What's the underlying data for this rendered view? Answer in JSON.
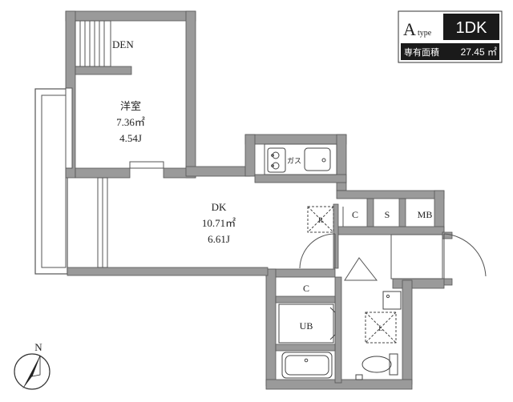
{
  "badge": {
    "type_letter": "A",
    "type_suffix": "type",
    "layout": "1DK",
    "area_label": "専有面積",
    "area_value": "27.45 ㎡"
  },
  "rooms": {
    "den": "DEN",
    "western_name": "洋室",
    "western_area": "7.36㎡",
    "western_jo": "4.54J",
    "dk_name": "DK",
    "dk_area": "10.71㎡",
    "dk_jo": "6.61J"
  },
  "fixtures": {
    "gas": "ガス",
    "refrigerator": "R",
    "closet1": "C",
    "shoe": "S",
    "meter": "MB",
    "closet2": "C",
    "bath": "UB",
    "laundry": "L"
  },
  "compass": {
    "north": "N"
  },
  "colors": {
    "wall": "#9a9a9a",
    "wall_edge": "#555555",
    "badge_fill": "#1a1a1a"
  }
}
